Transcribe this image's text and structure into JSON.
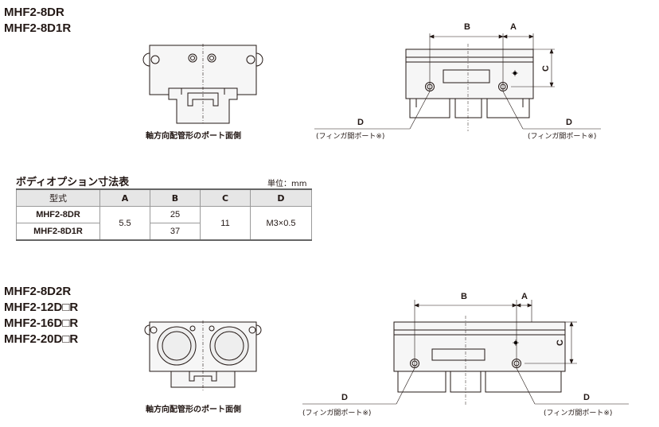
{
  "section1": {
    "models": [
      "MHF2-8DR",
      "MHF2-8D1R"
    ],
    "caption": "軸方向配管形のポート面側",
    "dims": {
      "a": "A",
      "b": "B",
      "c": "C",
      "d": "D"
    },
    "port_label": "(フィンガ開ポート※)"
  },
  "table": {
    "title": "ボディオプション寸法表",
    "unit": "単位：mm",
    "headers": [
      "型式",
      "A",
      "B",
      "C",
      "D"
    ],
    "rows": [
      {
        "model": "MHF2-8DR",
        "a": "5.5",
        "b": "25",
        "c": "11",
        "d": "M3×0.5"
      },
      {
        "model": "MHF2-8D1R",
        "b": "37"
      }
    ]
  },
  "section2": {
    "models": [
      "MHF2-8D2R",
      "MHF2-12D□R",
      "MHF2-16D□R",
      "MHF2-20D□R"
    ],
    "caption": "軸方向配管形のポート面側",
    "dims": {
      "a": "A",
      "b": "B",
      "c": "C",
      "d": "D"
    },
    "port_label": "(フィンガ開ポート※)"
  },
  "colors": {
    "line": "#231815",
    "header_bg": "#e6e6e6",
    "body_fill": "#f3f3f3"
  }
}
